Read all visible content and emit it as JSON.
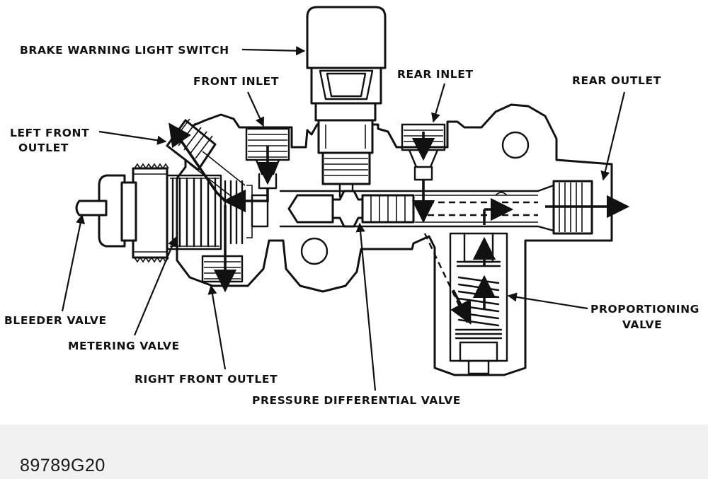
{
  "labels": {
    "brake_warning_light_switch": "BRAKE WARNING LIGHT SWITCH",
    "front_inlet": "FRONT INLET",
    "rear_inlet": "REAR INLET",
    "rear_outlet": "REAR OUTLET",
    "left_front_outlet_line1": "LEFT FRONT",
    "left_front_outlet_line2": "OUTLET",
    "bleeder_valve": "BLEEDER VALVE",
    "metering_valve": "METERING VALVE",
    "right_front_outlet": "RIGHT FRONT OUTLET",
    "pressure_differential_valve": "PRESSURE DIFFERENTIAL VALVE",
    "proportioning_valve_line1": "PROPORTIONING",
    "proportioning_valve_line2": "VALVE"
  },
  "footer": {
    "figure_code": "89789G20"
  },
  "colors": {
    "ink": "#111111",
    "background": "#ffffff",
    "footer_band": "#f1f1f1"
  }
}
